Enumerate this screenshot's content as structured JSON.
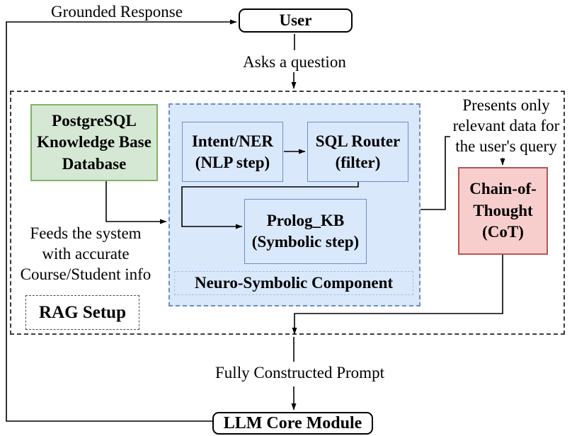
{
  "diagram": {
    "title": "RAG neuro-symbolic pipeline diagram",
    "nodes": {
      "user": {
        "label": "User"
      },
      "postgres": {
        "label": "PostgreSQL\nKnowledge Base\nDatabase"
      },
      "intent": {
        "label": "Intent/NER\n(NLP step)"
      },
      "sql_router": {
        "label": "SQL Router\n(filter)"
      },
      "prolog": {
        "label": "Prolog_KB\n(Symbolic step)"
      },
      "neuro_label": {
        "label": "Neuro-Symbolic Component"
      },
      "rag_label": {
        "label": "RAG Setup"
      },
      "cot": {
        "label": "Chain-of-\nThought\n(CoT)"
      },
      "llm": {
        "label": "LLM Core Module"
      }
    },
    "edge_labels": {
      "grounded_response": "Grounded Response",
      "asks_question": "Asks a question",
      "feeds": "Feeds the system\nwith accurate\nCourse/Student info",
      "presents": "Presents only\nrelevant data for\nthe user's query",
      "prompt": "Fully Constructed Prompt"
    },
    "colors": {
      "green_fill": "#d5e8d4",
      "green_border": "#82b366",
      "blue_fill": "#dae8fc",
      "blue_border": "#6c8ebf",
      "neuro_label_border": "#9dc3e6",
      "pink_fill": "#f8cecc",
      "pink_border": "#b85450",
      "plain_node_border": "#000000",
      "dashed_container_border": "#3c3c3c",
      "connector": "#000000"
    }
  }
}
